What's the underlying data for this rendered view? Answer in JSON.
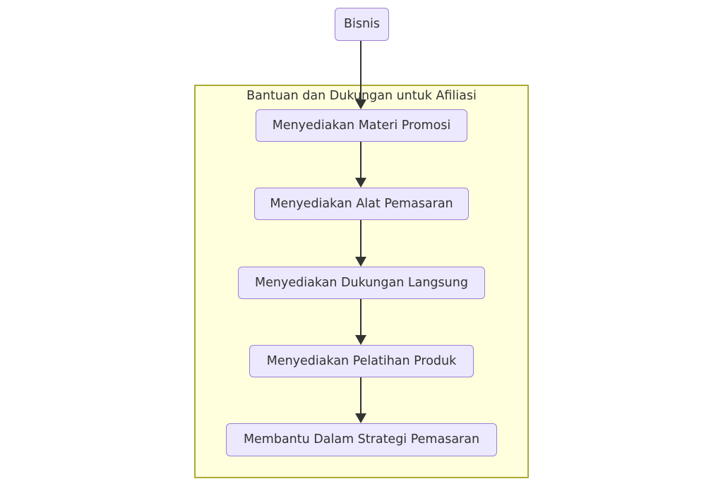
{
  "diagram": {
    "title": "Bantuan dan Dukungan untuk Afiliasi",
    "background_color": "#ffffff",
    "start_node": {
      "id": "bisnis",
      "label": "Bisnis"
    },
    "subgraph": {
      "id": "bantuan-dukungan",
      "label": "Bantuan dan Dukungan untuk Afiliasi",
      "fill_color": "#ffffde",
      "border_color": "#aaaa33",
      "nodes": [
        {
          "id": "n1",
          "label": "Menyediakan Materi Promosi"
        },
        {
          "id": "n2",
          "label": "Menyediakan Alat Pemasaran"
        },
        {
          "id": "n3",
          "label": "Menyediakan Dukungan Langsung"
        },
        {
          "id": "n4",
          "label": "Menyediakan Pelatihan Produk"
        },
        {
          "id": "n5",
          "label": "Membantu Dalam Strategi Pemasaran"
        }
      ]
    },
    "node_style": {
      "fill_color": "#ece8fd",
      "border_color": "#9d7fd4",
      "text_color": "#333333"
    },
    "edge_style": {
      "color": "#333333",
      "arrowhead": "solid-triangle"
    },
    "edges": [
      {
        "id": "e0",
        "from": "bisnis",
        "to": "n1",
        "label": ""
      },
      {
        "id": "e1",
        "from": "n1",
        "to": "n2",
        "label": ""
      },
      {
        "id": "e2",
        "from": "n2",
        "to": "n3",
        "label": ""
      },
      {
        "id": "e3",
        "from": "n3",
        "to": "n4",
        "label": ""
      },
      {
        "id": "e4",
        "from": "n4",
        "to": "n5",
        "label": ""
      }
    ]
  }
}
